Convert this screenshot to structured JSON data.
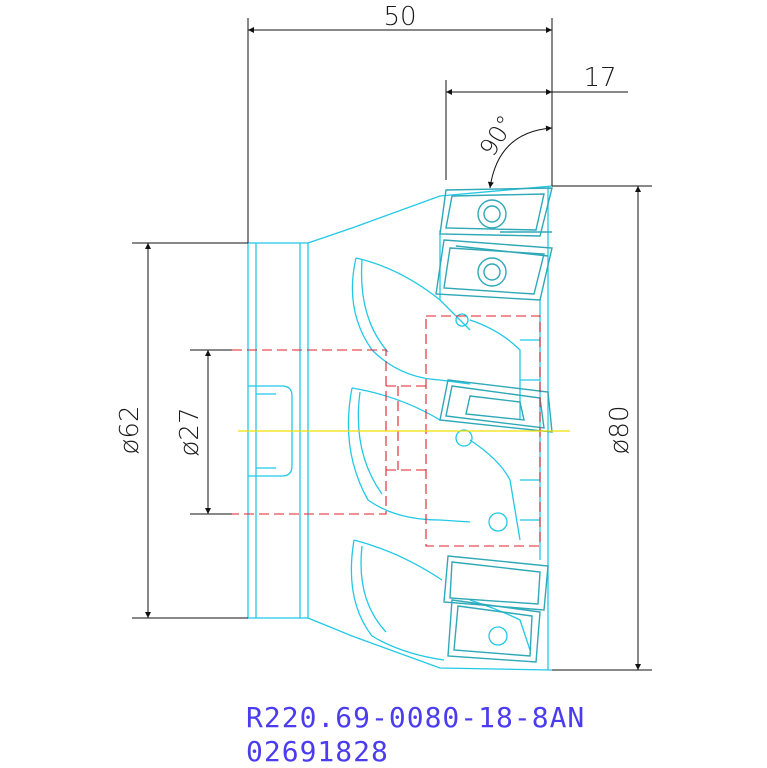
{
  "dimensions": {
    "overall_length": "50",
    "insert_length": "17",
    "angle": "90°",
    "shank_diameter": "ø62",
    "bore_diameter": "ø27",
    "cutting_diameter": "ø80"
  },
  "caption": {
    "part_number": "R220.69-0080-18-8AN",
    "order_code": "02691828"
  },
  "colors": {
    "outline": "#22c8e6",
    "insert": "#2fa8b8",
    "dimension": "#111111",
    "hidden": "#e0202a",
    "centerline": "#f2e100",
    "caption": "#4b3cf0"
  }
}
